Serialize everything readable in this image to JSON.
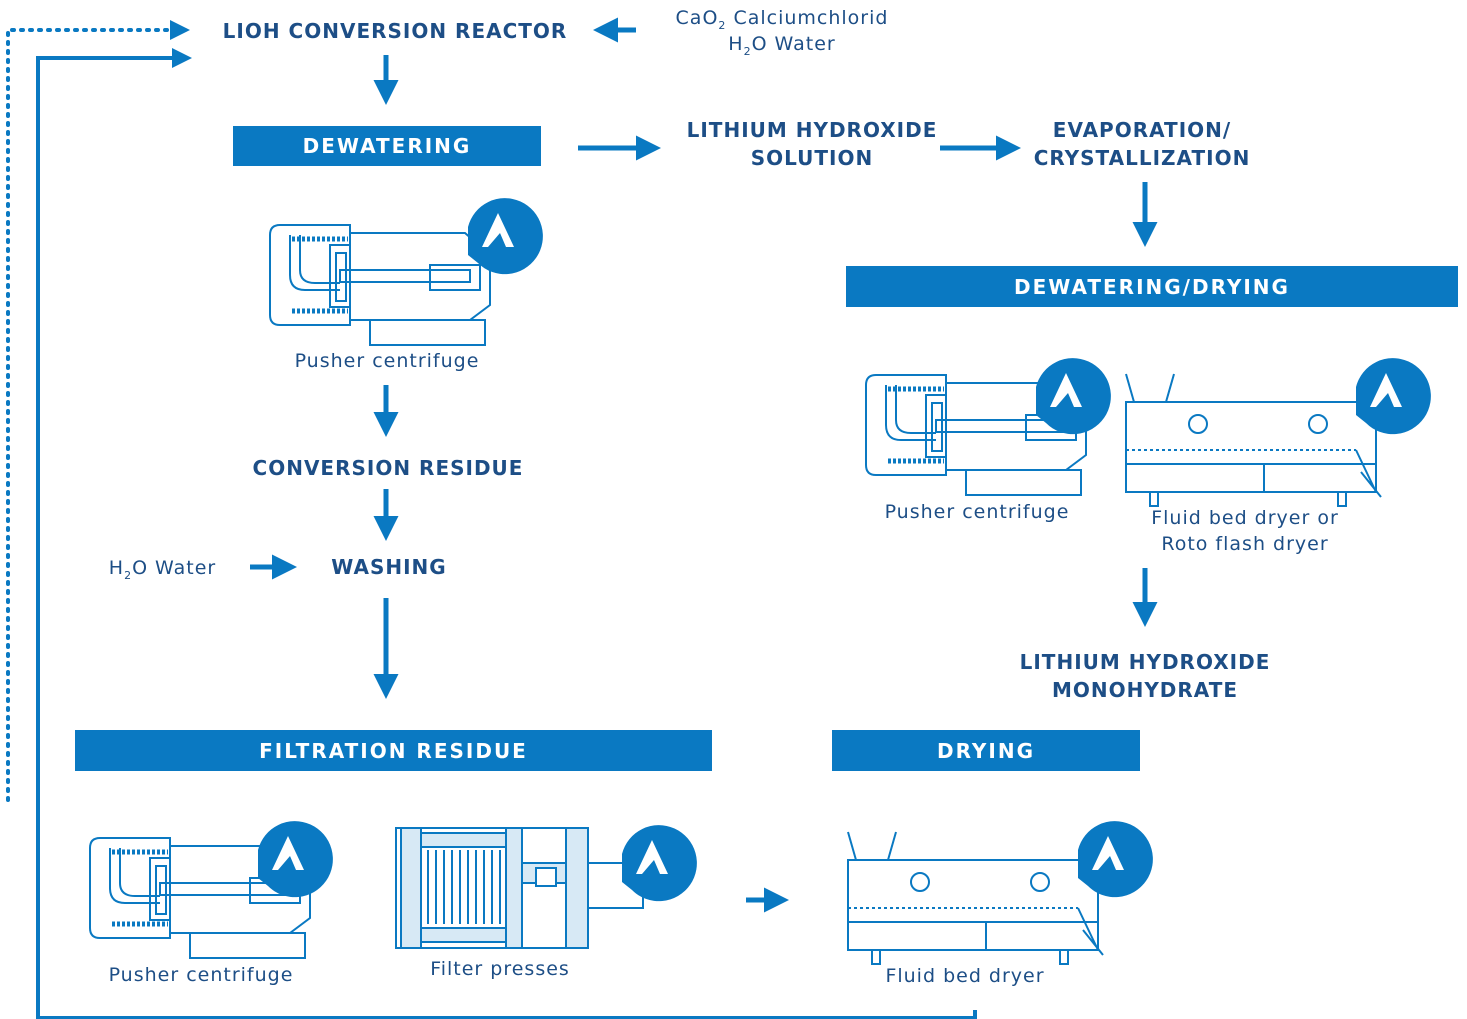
{
  "colors": {
    "accent": "#0a79c2",
    "text": "#1d4e86",
    "fill_light": "#d7e9f5"
  },
  "nodes": {
    "reactor": "LIOH CONVERSION REACTOR",
    "dewatering": "DEWATERING",
    "lioh_solution_1": "LITHIUM HYDROXIDE",
    "lioh_solution_2": "SOLUTION",
    "evap_1": "EVAPORATION/",
    "evap_2": "CRYSTALLIZATION",
    "dewatering_drying": "DEWATERING/DRYING",
    "conversion_residue": "CONVERSION RESIDUE",
    "washing": "WASHING",
    "lioh_mono_1": "LITHIUM HYDROXIDE",
    "lioh_mono_2": "MONOHYDRATE",
    "filtration_residue": "FILTRATION RESIDUE",
    "drying": "DRYING"
  },
  "inputs": {
    "reactor_in_1_pre": "CaO",
    "reactor_in_1_sub": "2",
    "reactor_in_1_post": " Calciumchlorid",
    "reactor_in_2_pre": "H",
    "reactor_in_2_sub": "2",
    "reactor_in_2_post": "O Water",
    "washing_in_pre": "H",
    "washing_in_sub": "2",
    "washing_in_post": "O Water"
  },
  "captions": {
    "pusher_1": "Pusher centrifuge",
    "pusher_2": "Pusher centrifuge",
    "fluid_roto_1": "Fluid bed dryer or",
    "fluid_roto_2": "Roto flash dryer",
    "pusher_3": "Pusher centrifuge",
    "filter_presses": "Filter presses",
    "fluid_bed": "Fluid bed dryer"
  },
  "icons": [
    "arrow-icon",
    "pusher-centrifuge-icon",
    "fluid-bed-dryer-icon",
    "filter-press-icon",
    "brand-marker-icon"
  ]
}
